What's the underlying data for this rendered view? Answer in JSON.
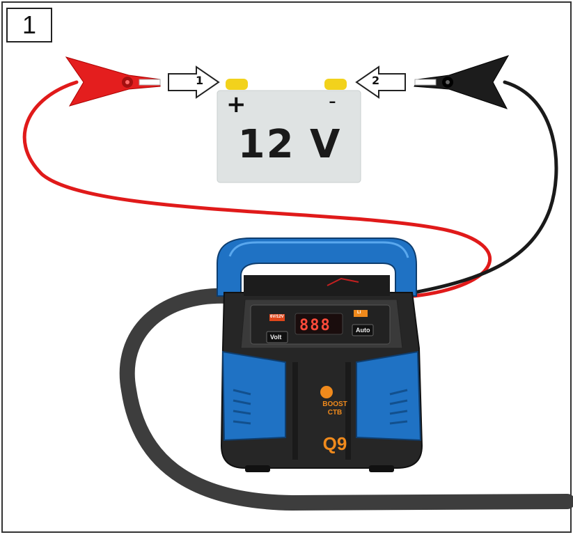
{
  "step": {
    "number": "1"
  },
  "battery": {
    "voltage": "12 V",
    "positive_sign": "+",
    "negative_sign": "-",
    "body_color": "#dfe3e3",
    "terminal_color": "#f2d21c"
  },
  "arrows": [
    {
      "label": "1",
      "target": "positive-terminal"
    },
    {
      "label": "2",
      "target": "negative-terminal"
    }
  ],
  "clamps": {
    "positive_color": "#e41e1e",
    "negative_color": "#1a1a1a"
  },
  "charger": {
    "display_value": "888",
    "buttons": [
      "Volt",
      "Auto"
    ],
    "mode_tags": [
      "6V/12V",
      "LI"
    ],
    "boost_label": "BOOST\nCTB",
    "brand": "Q9",
    "housing_color": "#1f72c4",
    "accent_color": "#f08a1c"
  }
}
